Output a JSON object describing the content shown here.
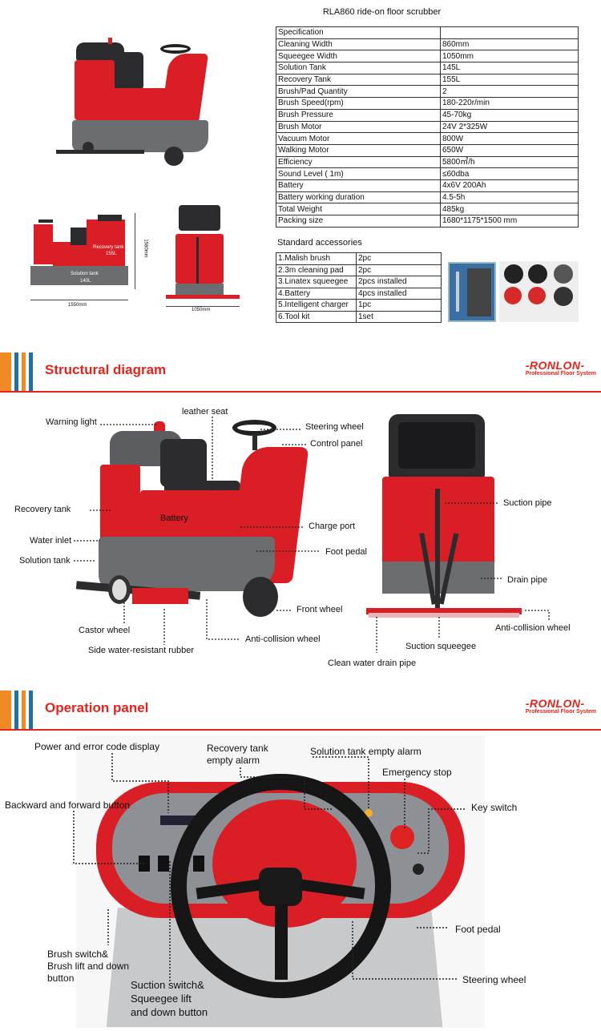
{
  "document": {
    "title": "RLA860 ride-on floor scrubber"
  },
  "spec": {
    "rows": [
      [
        "Specification",
        ""
      ],
      [
        "Cleaning Width",
        "860mm"
      ],
      [
        "Squeegee Width",
        "1050mm"
      ],
      [
        "Solution Tank",
        "145L"
      ],
      [
        "Recovery Tank",
        "155L"
      ],
      [
        "Brush/Pad Quantity",
        "2"
      ],
      [
        "Brush Speed(rpm)",
        "180-220r/min"
      ],
      [
        "Brush Pressure",
        "45-70kg"
      ],
      [
        "Brush Motor",
        "24V 2*325W"
      ],
      [
        "Vacuum Motor",
        "800W"
      ],
      [
        "Walking Motor",
        "650W"
      ],
      [
        "Efficiency",
        "5800㎡/h"
      ],
      [
        "Sound Level ( 1m)",
        "≤60dba"
      ],
      [
        "Battery",
        "4x6V 200Ah"
      ],
      [
        "Battery working duration",
        "4.5-5h"
      ],
      [
        "Total Weight",
        "485kg"
      ],
      [
        "Packing size",
        "1680*1175*1500 mm"
      ]
    ]
  },
  "accessories": {
    "title": "Standard accessories",
    "rows": [
      [
        "1.Malish brush",
        "2pc"
      ],
      [
        "2.3m cleaning pad",
        "2pc"
      ],
      [
        "3.Linatex squeegee",
        "2pcs installed"
      ],
      [
        "4.Battery",
        "4pcs installed"
      ],
      [
        "5.Intelligent charger",
        "1pc"
      ],
      [
        "6.Tool kit",
        "1set"
      ]
    ]
  },
  "drawings": {
    "recovery_tank": "Recovery tank",
    "recovery_cap": "155L",
    "solution_tank": "Solution tank",
    "solution_cap": "140L",
    "length": "1550mm",
    "height": "1580mm",
    "width": "1050mm"
  },
  "brand": {
    "name": "-RONLON-",
    "tagline": "Professional Floor System"
  },
  "sections": {
    "structural": {
      "title": "Structural diagram",
      "labels": {
        "warning_light": "Warning light",
        "leather_seat": "leather seat",
        "steering_wheel": "Steering wheel",
        "control_panel": "Control panel",
        "recovery_tank": "Recovery tank",
        "battery": "Battery",
        "charge_port": "Charge port",
        "water_inlet": "Water inlet",
        "foot_pedal": "Foot pedal",
        "solution_tank": "Solution tank",
        "front_wheel": "Front wheel",
        "castor_wheel": "Castor wheel",
        "side_rubber": "Side water-resistant rubber",
        "anti_collision_left": "Anti-collision wheel",
        "suction_pipe": "Suction pipe",
        "drain_pipe": "Drain pipe",
        "anti_collision_right": "Anti-collision wheel",
        "suction_squeegee": "Suction squeegee",
        "clean_water_drain": "Clean water drain pipe"
      }
    },
    "operation": {
      "title": "Operation panel",
      "labels": {
        "power_display": "Power and error code display",
        "recovery_alarm_1": "Recovery tank",
        "recovery_alarm_2": "empty alarm",
        "solution_alarm": "Solution tank empty alarm",
        "emergency_stop": "Emergency stop",
        "backward_forward": "Backward and forward button",
        "key_switch": "Key switch",
        "foot_pedal": "Foot pedal",
        "brush_switch_1": "Brush switch&",
        "brush_switch_2": "Brush lift and down",
        "brush_switch_3": "button",
        "steering_wheel": "Steering wheel",
        "suction_switch_1": "Suction switch&",
        "suction_switch_2": "Squeegee lift",
        "suction_switch_3": "and down button"
      }
    }
  },
  "colors": {
    "accent": "#e3231c",
    "machine_red": "#d91e25",
    "machine_grey": "#6b6d70",
    "stripe_blue": "#1f6fa8",
    "stripe_orange": "#f08a24"
  }
}
